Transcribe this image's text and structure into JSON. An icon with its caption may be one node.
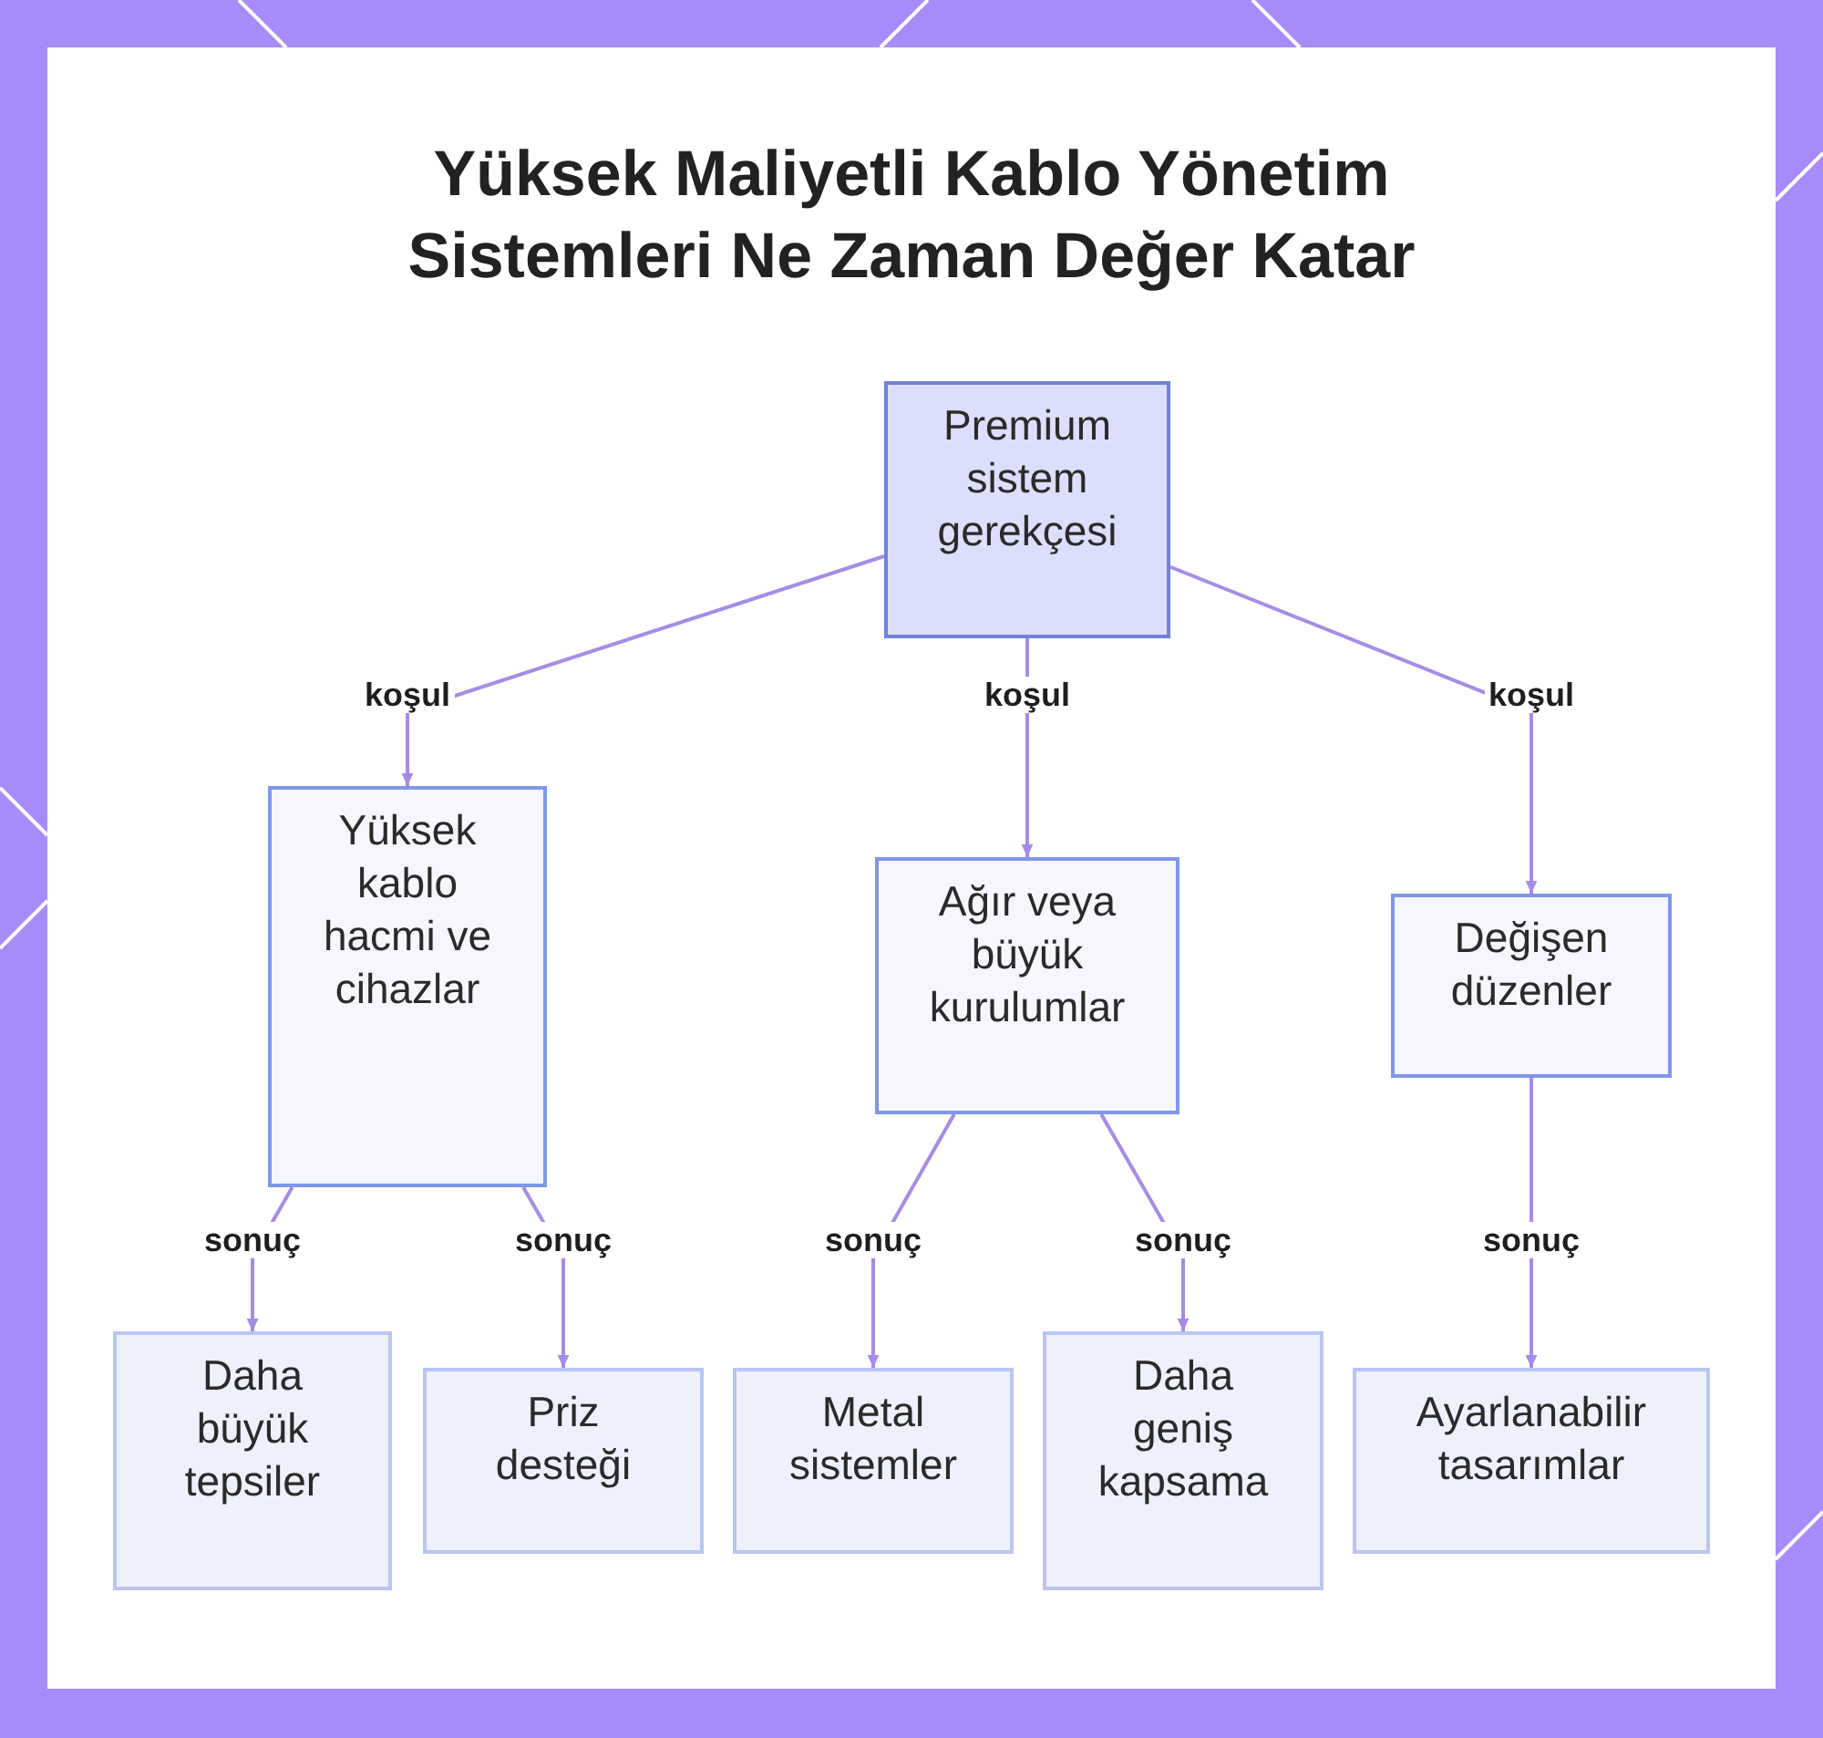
{
  "diagram": {
    "title": "Yüksek Maliyetli Kablo Yönetim Sistemleri Ne Zaman Değer Katar",
    "nodes": [
      {
        "text": [
          "Premium sistem gerekçesi"
        ]
      },
      {
        "text": [
          "Yüksek kablo hacmi ve cihazlar"
        ]
      },
      {
        "text": [
          "Ağır veya büyük kurulumlar"
        ]
      },
      {
        "text": [
          "Değişen düzenler"
        ]
      },
      {
        "text": [
          "Daha büyük tepsiler"
        ]
      },
      {
        "text": [
          "Priz desteği"
        ]
      },
      {
        "text": [
          "Metal sistemler"
        ]
      },
      {
        "text": [
          "Daha geniş kapsama"
        ]
      },
      {
        "text": [
          "Ayarlanabilir tasarımlar"
        ]
      }
    ],
    "edges": [
      {
        "from": 0,
        "to": 1,
        "label": "koşul",
        "arrow": "to"
      },
      {
        "from": 0,
        "to": 2,
        "label": "koşul",
        "arrow": "to"
      },
      {
        "from": 0,
        "to": 3,
        "label": "koşul",
        "arrow": "to"
      },
      {
        "from": 1,
        "to": 4,
        "label": "sonuç",
        "arrow": "to"
      },
      {
        "from": 1,
        "to": 5,
        "label": "sonuç",
        "arrow": "to"
      },
      {
        "from": 2,
        "to": 6,
        "label": "sonuç",
        "arrow": "to"
      },
      {
        "from": 2,
        "to": 7,
        "label": "sonuç",
        "arrow": "to"
      },
      {
        "from": 3,
        "to": 8,
        "label": "sonuç",
        "arrow": "to"
      }
    ]
  }
}
